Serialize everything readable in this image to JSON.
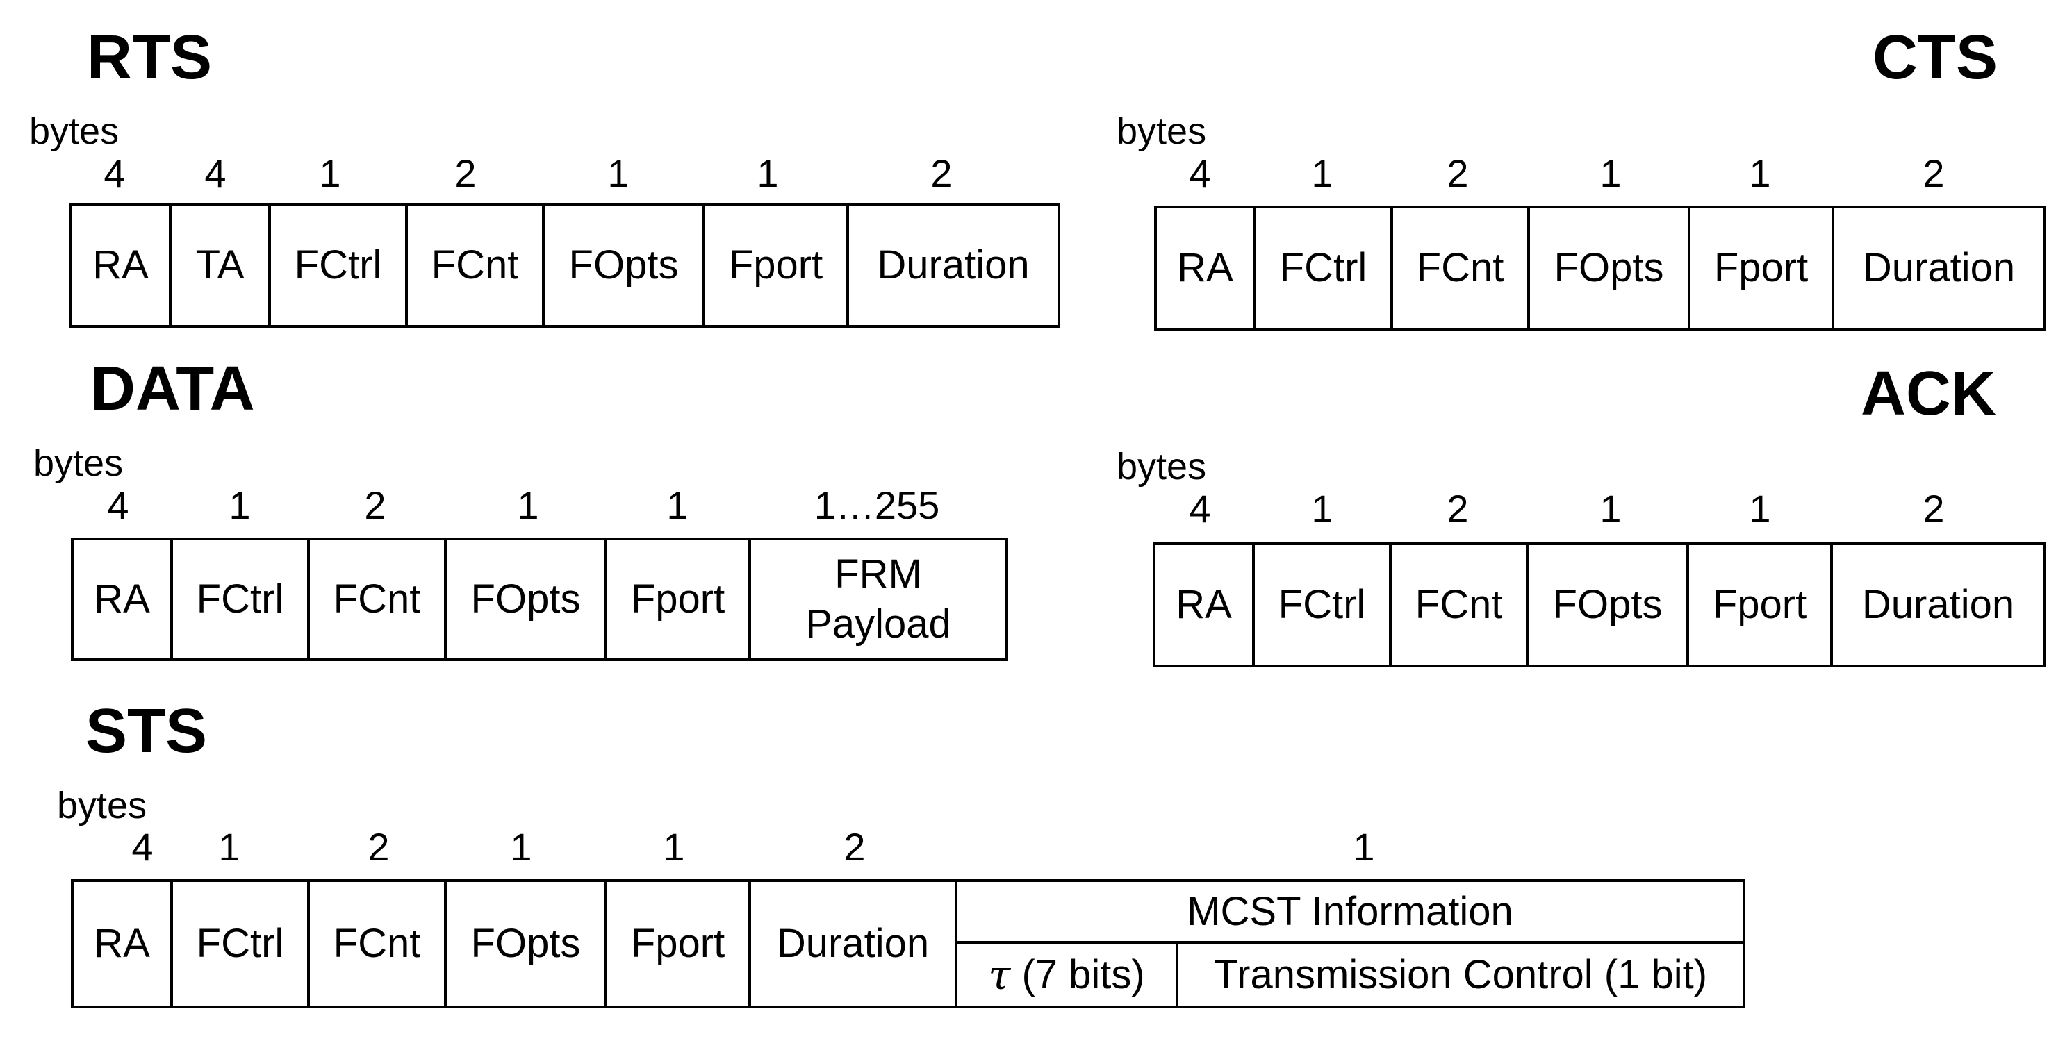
{
  "bytes_label": "bytes",
  "frames": {
    "rts": {
      "title": "RTS",
      "fields": [
        {
          "name": "RA",
          "bytes": "4"
        },
        {
          "name": "TA",
          "bytes": "4"
        },
        {
          "name": "FCtrl",
          "bytes": "1"
        },
        {
          "name": "FCnt",
          "bytes": "2"
        },
        {
          "name": "FOpts",
          "bytes": "1"
        },
        {
          "name": "Fport",
          "bytes": "1"
        },
        {
          "name": "Duration",
          "bytes": "2"
        }
      ]
    },
    "cts": {
      "title": "CTS",
      "fields": [
        {
          "name": "RA",
          "bytes": "4"
        },
        {
          "name": "FCtrl",
          "bytes": "1"
        },
        {
          "name": "FCnt",
          "bytes": "2"
        },
        {
          "name": "FOpts",
          "bytes": "1"
        },
        {
          "name": "Fport",
          "bytes": "1"
        },
        {
          "name": "Duration",
          "bytes": "2"
        }
      ]
    },
    "data": {
      "title": "DATA",
      "fields": [
        {
          "name": "RA",
          "bytes": "4"
        },
        {
          "name": "FCtrl",
          "bytes": "1"
        },
        {
          "name": "FCnt",
          "bytes": "2"
        },
        {
          "name": "FOpts",
          "bytes": "1"
        },
        {
          "name": "Fport",
          "bytes": "1"
        },
        {
          "name": "FRM Payload",
          "bytes": "1…255"
        }
      ]
    },
    "ack": {
      "title": "ACK",
      "fields": [
        {
          "name": "RA",
          "bytes": "4"
        },
        {
          "name": "FCtrl",
          "bytes": "1"
        },
        {
          "name": "FCnt",
          "bytes": "2"
        },
        {
          "name": "FOpts",
          "bytes": "1"
        },
        {
          "name": "Fport",
          "bytes": "1"
        },
        {
          "name": "Duration",
          "bytes": "2"
        }
      ]
    },
    "sts": {
      "title": "STS",
      "fields": [
        {
          "name": "RA",
          "bytes": "4"
        },
        {
          "name": "FCtrl",
          "bytes": "1"
        },
        {
          "name": "FCnt",
          "bytes": "2"
        },
        {
          "name": "FOpts",
          "bytes": "1"
        },
        {
          "name": "Fport",
          "bytes": "1"
        },
        {
          "name": "Duration",
          "bytes": "2"
        }
      ],
      "mcst": {
        "bytes": "1",
        "header": "MCST Information",
        "tau_symbol": "τ",
        "tau_label": "(7 bits)",
        "tc_label": "Transmission Control (1 bit)"
      }
    }
  }
}
